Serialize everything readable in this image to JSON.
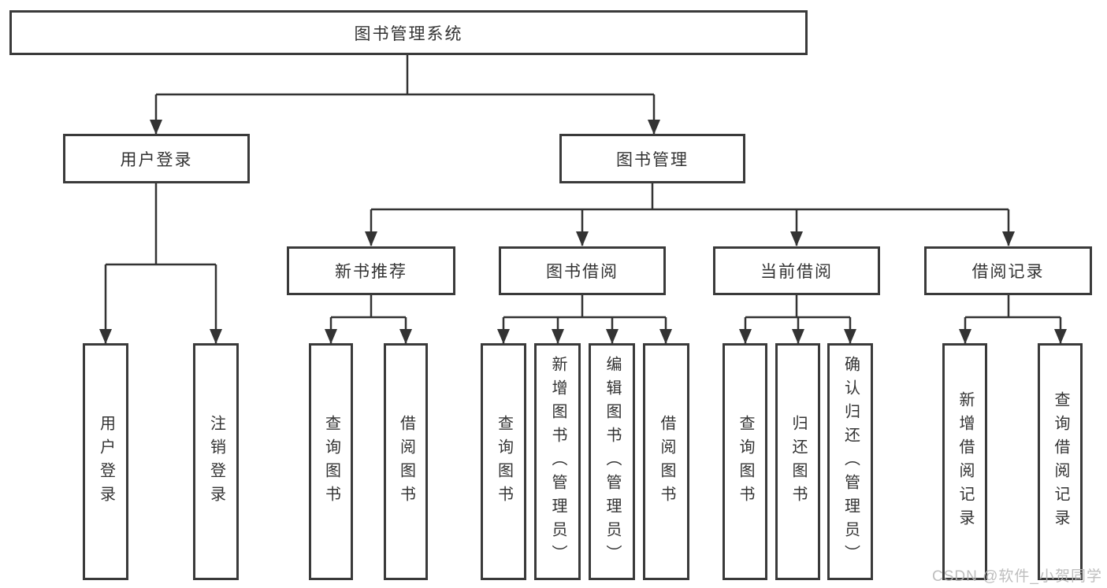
{
  "diagram": {
    "root": {
      "label": "图书管理系统"
    },
    "branches": [
      {
        "label": "用户登录",
        "children": [
          {
            "label": "用户登录"
          },
          {
            "label": "注销登录"
          }
        ]
      },
      {
        "label": "图书管理",
        "children": [
          {
            "label": "新书推荐",
            "children": [
              {
                "label": "查询图书"
              },
              {
                "label": "借阅图书"
              }
            ]
          },
          {
            "label": "图书借阅",
            "children": [
              {
                "label": "查询图书"
              },
              {
                "label": "新增图书（管理员）"
              },
              {
                "label": "编辑图书（管理员）"
              },
              {
                "label": "借阅图书"
              }
            ]
          },
          {
            "label": "当前借阅",
            "children": [
              {
                "label": "查询图书"
              },
              {
                "label": "归还图书"
              },
              {
                "label": "确认归还（管理员）"
              }
            ]
          },
          {
            "label": "借阅记录",
            "children": [
              {
                "label": "新增借阅记录"
              },
              {
                "label": "查询借阅记录"
              }
            ]
          }
        ]
      }
    ]
  },
  "watermark": {
    "text": "CSDN @软件_小贺同学"
  },
  "colors": {
    "line": "#333333",
    "box_border": "#3a3a3a",
    "text": "#333333",
    "background": "#ffffff",
    "watermark": "#b9b9b9"
  }
}
